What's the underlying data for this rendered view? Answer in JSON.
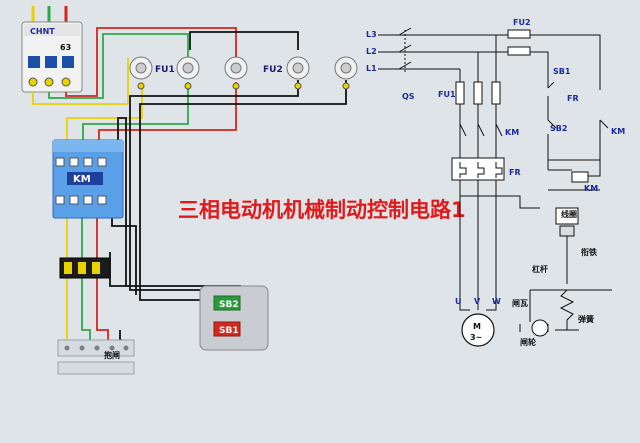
{
  "title": "三相电动机机械制动控制电路1",
  "wiring": {
    "fuse_row_1": "FU1",
    "fuse_row_2": "FU2",
    "contactor": "KM",
    "breaker_brand": "CHNT",
    "breaker_rating": "63",
    "button_stop": "SB1",
    "button_start": "SB2",
    "terminal_label": "抱闸"
  },
  "schematic": {
    "lines": [
      "L3",
      "L2",
      "L1"
    ],
    "qs": "QS",
    "fu1": "FU1",
    "fu2": "FU2",
    "km_main": "KM",
    "fr_main": "FR",
    "sb1": "SB1",
    "sb2": "SB2",
    "fr_contact": "FR",
    "km_aux": "KM",
    "km_coil": "KM",
    "coil_label": "线圈",
    "armature": "衔铁",
    "lever": "杠杆",
    "spring": "弹簧",
    "shoe": "闸瓦",
    "wheel": "闸轮",
    "u": "U",
    "v": "V",
    "w": "W",
    "motor_m": "M",
    "motor_phase": "3~"
  },
  "colors": {
    "background": "#dfe4e8",
    "title": "#e0191b",
    "phase_yellow": "#e8d200",
    "phase_green": "#2fa84a",
    "phase_red": "#d8231c",
    "wire_black": "#111111",
    "label_blue": "#1b2aa0"
  }
}
